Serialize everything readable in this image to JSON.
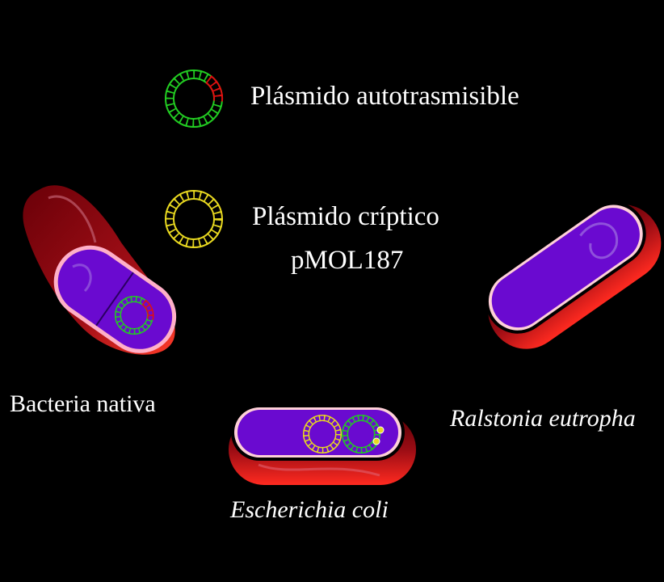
{
  "legend": {
    "self_transmissible_label": "Plásmido autotrasmisible",
    "cryptic_label_line1": "Plásmido críptico",
    "cryptic_label_line2": "pMOL187"
  },
  "bacteria": {
    "native_label": "Bacteria nativa",
    "ralstonia_label": "Ralstonia eutropha",
    "ecoli_label": "Escherichia coli"
  },
  "colors": {
    "background": "#000000",
    "cell_wall": "#8b0a12",
    "cytoplasm": "#6a0ad0",
    "self_transmissible_plasmid": "#22cc22",
    "transfer_region": "#e01010",
    "cryptic_plasmid": "#e8d820"
  }
}
